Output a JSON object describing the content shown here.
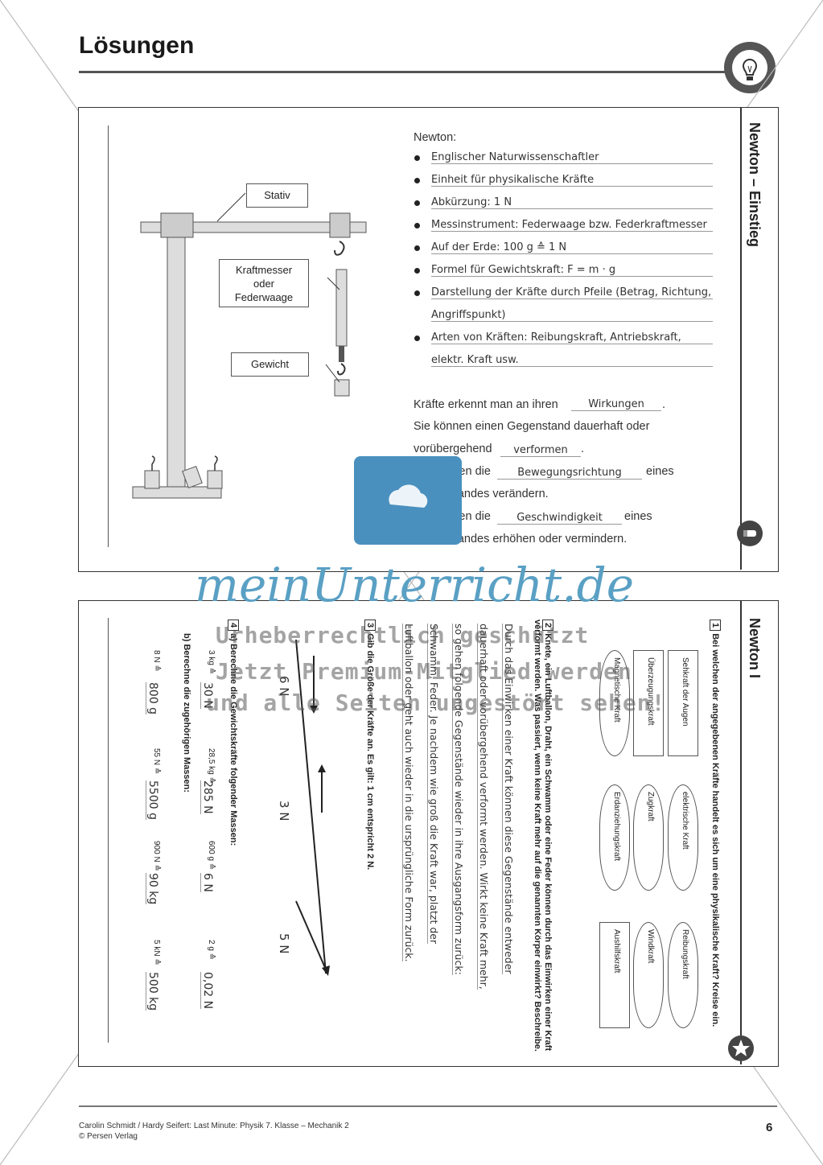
{
  "header": {
    "title": "Lösungen"
  },
  "panel1": {
    "side_label": "Newton – Einstieg",
    "diagram_labels": {
      "stativ": "Stativ",
      "kraftmesser": "Kraftmesser\noder\nFederwaage",
      "gewicht": "Gewicht"
    },
    "newton_heading": "Newton:",
    "bullets": [
      "Englischer Naturwissenschaftler",
      "Einheit für physikalische Kräfte",
      "Abkürzung: 1 N",
      "Messinstrument: Federwaage bzw. Federkraftmesser",
      "Auf der Erde: 100 g ≙ 1 N",
      "Formel für Gewichtskraft: F = m · g",
      "Darstellung der Kräfte durch Pfeile (Betrag, Richtung,",
      "Angriffspunkt)",
      "Arten von Kräften: Reibungskraft, Antriebskraft,",
      "elektr. Kraft usw."
    ],
    "cloze": {
      "l1a": "Kräfte erkennt man an ihren",
      "a1": "Wirkungen",
      "l1b": ".",
      "l2": "Sie können einen Gegenstand dauerhaft oder",
      "l3a": "vorübergehend",
      "a2": "verformen",
      "l3b": ".",
      "l4a": "Sie können die",
      "a3": "Bewegungsrichtung",
      "l4b": "eines",
      "l5": "Gegenstandes verändern.",
      "l6a": "Sie können die",
      "a4": "Geschwindigkeit",
      "l6b": "eines",
      "l7": "Gegenstandes erhöhen oder vermindern."
    }
  },
  "panel2": {
    "side_label": "Newton I",
    "q1": {
      "num": "1",
      "text": "Bei welchen der angegebenen Kräfte handelt es sich um eine physikalische Kraft? Kreise ein.",
      "options": [
        "Sehkraft der Augen",
        "Überzeugungskraft",
        "Magnetische Kraft",
        "elektrische Kraft",
        "Zugkraft",
        "Erdanziehungskraft",
        "Reibungskraft",
        "Windkraft",
        "Aushilfskraft"
      ]
    },
    "q2": {
      "num": "2",
      "text": "Knete, ein Luftballon, Draht, ein Schwamm oder eine Feder können durch das Einwirken einer Kraft verformt werden. Was passiert, wenn keine Kraft mehr auf die genannten Körper einwirkt? Beschreibe.",
      "answer": [
        "Durch das Einwirken einer Kraft können diese Gegenstände entweder",
        "dauerhaft oder vorübergehend verformt werden. Wirkt keine Kraft mehr,",
        "so gehen folgende Gegenstände wieder in ihre Ausgangsform zurück:",
        "Schwamm, Feder. Je nachdem wie groß die Kraft war, platzt der",
        "Luftballon oder geht auch wieder in die ursprüngliche Form zurück."
      ]
    },
    "q3": {
      "num": "3",
      "text": "Gib die Größe der Kräfte an. Es gilt: 1 cm entspricht 2 N.",
      "answers": [
        "6 N",
        "3 N",
        "5 N"
      ]
    },
    "q4": {
      "num": "4",
      "a_label": "a)",
      "a_text": "Berechne die Gewichtskräfte folgender Massen:",
      "a_items": [
        {
          "q": "3 kg ≙",
          "a": "30 N"
        },
        {
          "q": "28,5 kg ≙",
          "a": "285 N"
        },
        {
          "q": "600 g ≙",
          "a": "6 N"
        },
        {
          "q": "2 g ≙",
          "a": "0,02 N"
        }
      ],
      "b_label": "b)",
      "b_text": "Berechne die zugehörigen Massen:",
      "b_items": [
        {
          "q": "8 N ≙",
          "a": "800 g"
        },
        {
          "q": "55 N ≙",
          "a": "5500 g"
        },
        {
          "q": "900 N ≙",
          "a": "90 kg"
        },
        {
          "q": "5 kN ≙",
          "a": "500 kg"
        }
      ]
    }
  },
  "watermark": {
    "brand": "meinUnterricht.de",
    "line1": "Urheberrechtlich geschützt",
    "line2": "Jetzt Premium-Mitglied werden",
    "line3": "und alle Seiten ungestört sehen!"
  },
  "footer": {
    "credit": "Carolin Schmidt / Hardy Seifert: Last Minute: Physik 7. Klasse – Mechanik 2",
    "publisher": "© Persen Verlag",
    "page": "6"
  },
  "colors": {
    "accent_blue": "#4a90bf",
    "panel_border": "#333333"
  },
  "icons": [
    "lightbulb-icon",
    "magnet-icon",
    "star-icon",
    "briefcase-cloud-icon"
  ]
}
